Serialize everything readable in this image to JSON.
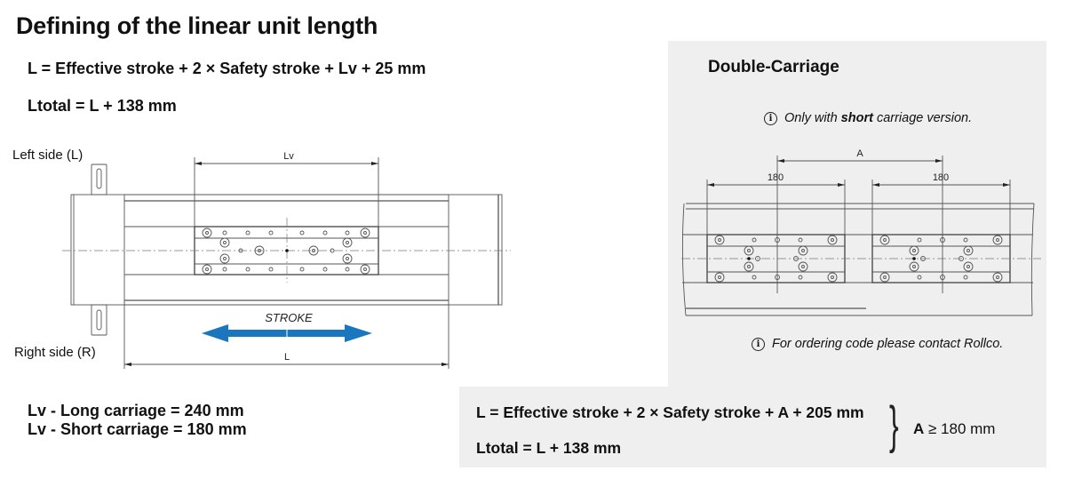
{
  "header": {
    "title": "Defining of the linear unit length"
  },
  "single_carriage": {
    "formula_L": "L = Effective stroke + 2 × Safety stroke + Lv + 25 mm",
    "formula_Ltotal": "Ltotal = L + 138 mm",
    "left_side_label": "Left side (L)",
    "right_side_label": "Right side (R)",
    "dim_Lv": "Lv",
    "dim_L": "L",
    "stroke_label": "STROKE",
    "stroke_arrow_color": "#1a76bd",
    "carriage_lengths": [
      "Lv - Long carriage = 240 mm",
      "Lv - Short carriage = 180 mm"
    ]
  },
  "double_carriage": {
    "title": "Double-Carriage",
    "note_top": {
      "icon": "info-icon",
      "prefix": "Only with ",
      "bold": "short",
      "suffix": " carriage version."
    },
    "dim_A": "A",
    "dim_left": "180",
    "dim_right": "180",
    "note_bottom": {
      "icon": "info-icon",
      "text": "For ordering code please contact Rollco."
    },
    "formula_L": "L = Effective stroke + 2 × Safety stroke + A + 205 mm",
    "formula_Ltotal": "Ltotal = L + 138 mm",
    "brace": "}",
    "condition_bold": "A",
    "condition_rest": " ≥ 180 mm",
    "panel_color": "#efefef"
  }
}
